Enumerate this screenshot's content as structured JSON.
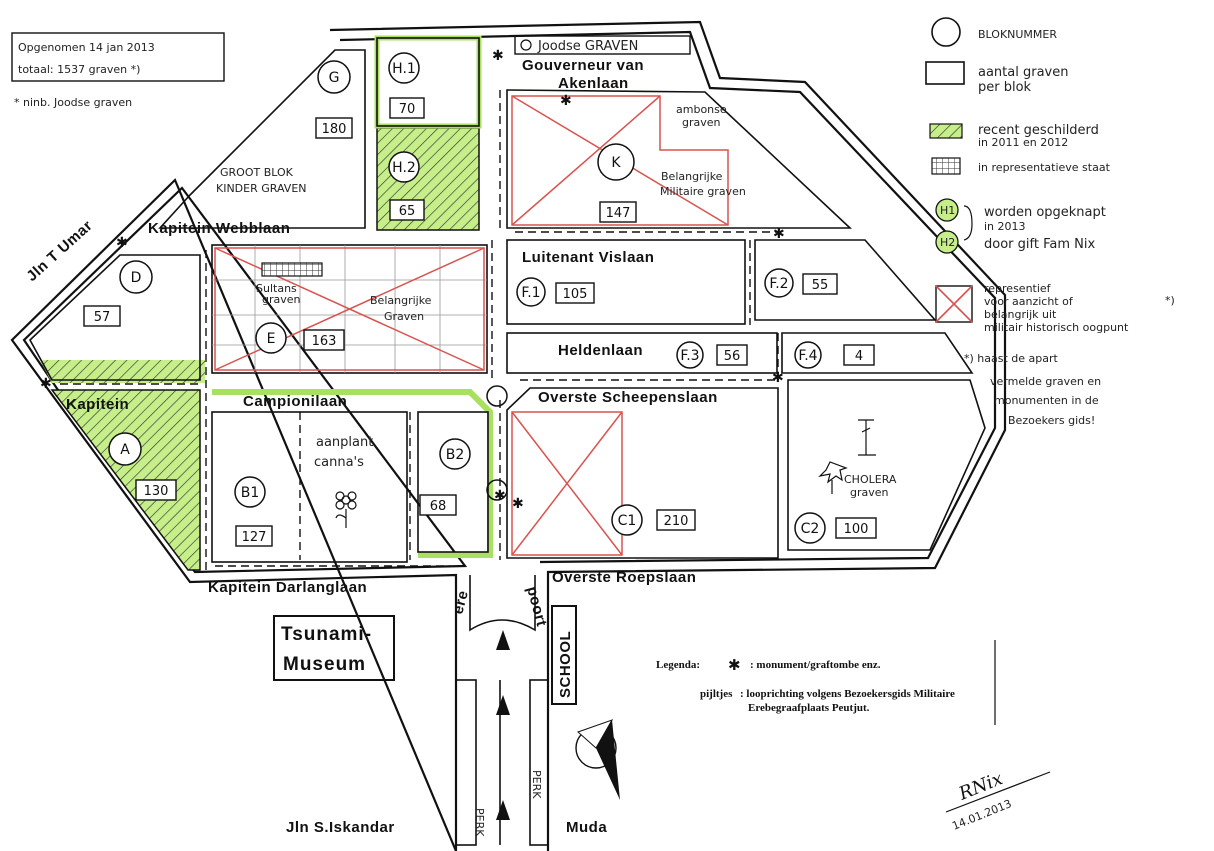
{
  "header": {
    "recorded": "Opgenomen 14 jan 2013",
    "total": "totaal: 1537 graven *)",
    "jewish_note": "* ninb. Joodse graven"
  },
  "streets": {
    "gouverneur_1": "Gouverneur van",
    "gouverneur_2": "Akenlaan",
    "webb": "Kapitein Webblaan",
    "umar": "Jln T Umar",
    "vis": "Luitenant Vislaan",
    "helden": "Heldenlaan",
    "kapitein": "Kapitein",
    "campioni": "Campionilaan",
    "scheepens": "Overste Scheepenslaan",
    "darlang": "Kapitein Darlanglaan",
    "roeps": "Overste Roepslaan",
    "iskandar": "Jln S.Iskandar",
    "muda": "Muda"
  },
  "places": {
    "joodse": "Joodse GRAVEN",
    "museum_1": "Tsunami-",
    "museum_2": "Museum",
    "school": "SCHOOL",
    "ere": "ere",
    "poort": "poort",
    "perk_left": "PERK",
    "perk_right": "PERK"
  },
  "blocks": [
    {
      "id": "G",
      "count": "180"
    },
    {
      "id": "H.1",
      "count": "70"
    },
    {
      "id": "H.2",
      "count": "65"
    },
    {
      "id": "K",
      "count": "147"
    },
    {
      "id": "D",
      "count": "57"
    },
    {
      "id": "E",
      "count": "163"
    },
    {
      "id": "F.1",
      "count": "105"
    },
    {
      "id": "F.2",
      "count": "55"
    },
    {
      "id": "F.3",
      "count": "56"
    },
    {
      "id": "F.4",
      "count": "4"
    },
    {
      "id": "A",
      "count": "130"
    },
    {
      "id": "B1",
      "count": "127"
    },
    {
      "id": "B2",
      "count": "68"
    },
    {
      "id": "C1",
      "count": "210"
    },
    {
      "id": "C2",
      "count": "100"
    }
  ],
  "notes": {
    "groot_1": "GROOT BLOK",
    "groot_2": "KINDER GRAVEN",
    "ambon_1": "ambonse",
    "ambon_2": "graven",
    "mil_k_1": "Belangrijke",
    "mil_k_2": "Militaire graven",
    "sultans_1": "Sultans",
    "sultans_2": "graven",
    "bel_e_1": "Belangrijke",
    "bel_e_2": "Graven",
    "canna_1": "aanplant",
    "canna_2": "canna's",
    "cholera_1": "CHOLERA",
    "cholera_2": "graven"
  },
  "legend": {
    "bloknummer": "BLOKNUMMER",
    "aantal_1": "aantal graven",
    "aantal_2": "per blok",
    "recent_1": "recent geschilderd",
    "recent_2": "in 2011 en 2012",
    "repr_state": "in representatieve staat",
    "h1": "H1",
    "h2": "H2",
    "opgeknapt_1": "worden opgeknapt",
    "opgeknapt_2": "in 2013",
    "gift": "door gift Fam Nix",
    "repr_1": "representief",
    "repr_2": "voor aanzicht of",
    "repr_3": "belangrijk uit",
    "repr_4": "militair historisch oogpunt",
    "star_note": "*)",
    "foot_1": "*) haast de apart",
    "foot_2": "vermelde graven en",
    "foot_3": "monumenten in de",
    "foot_4": "Bezoekers gids!",
    "legenda_label": "Legenda:",
    "legenda_text": ": monument/graftombe enz.",
    "pijltjes_label": "pijltjes",
    "pijltjes_text_1": ": looprichting volgens Bezoekersgids Militaire",
    "pijltjes_text_2": "Erebegraafplaats Peutjut."
  },
  "signature": {
    "name": "RNix",
    "date": "14.01.2013"
  },
  "colors": {
    "green": "#a8e060",
    "red": "#d9534f",
    "ink": "#111111"
  }
}
